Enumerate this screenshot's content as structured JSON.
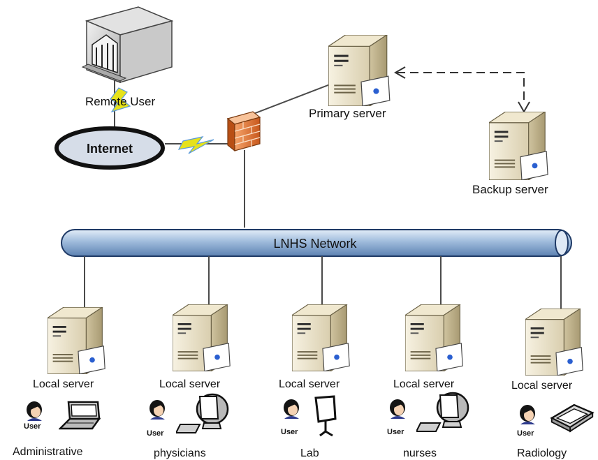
{
  "remote_user": {
    "label": "Remote User"
  },
  "internet": {
    "label": "Internet"
  },
  "primary_server": {
    "label": "Primary server"
  },
  "backup_server": {
    "label": "Backup server"
  },
  "network": {
    "label": "LNHS Network"
  },
  "departments": [
    {
      "server_label": "Local server",
      "user_label": "User",
      "device_icon": "laptop-icon",
      "name": "Administrative"
    },
    {
      "server_label": "Local server",
      "user_label": "User",
      "device_icon": "desktop-computer-icon",
      "name": "physicians"
    },
    {
      "server_label": "Local server",
      "user_label": "User",
      "device_icon": "lab-monitor-icon",
      "name": "Lab"
    },
    {
      "server_label": "Local server",
      "user_label": "User",
      "device_icon": "desktop-computer-icon",
      "name": "nurses"
    },
    {
      "server_label": "Local server",
      "user_label": "User",
      "device_icon": "scanner-icon",
      "name": "Radiology"
    }
  ]
}
